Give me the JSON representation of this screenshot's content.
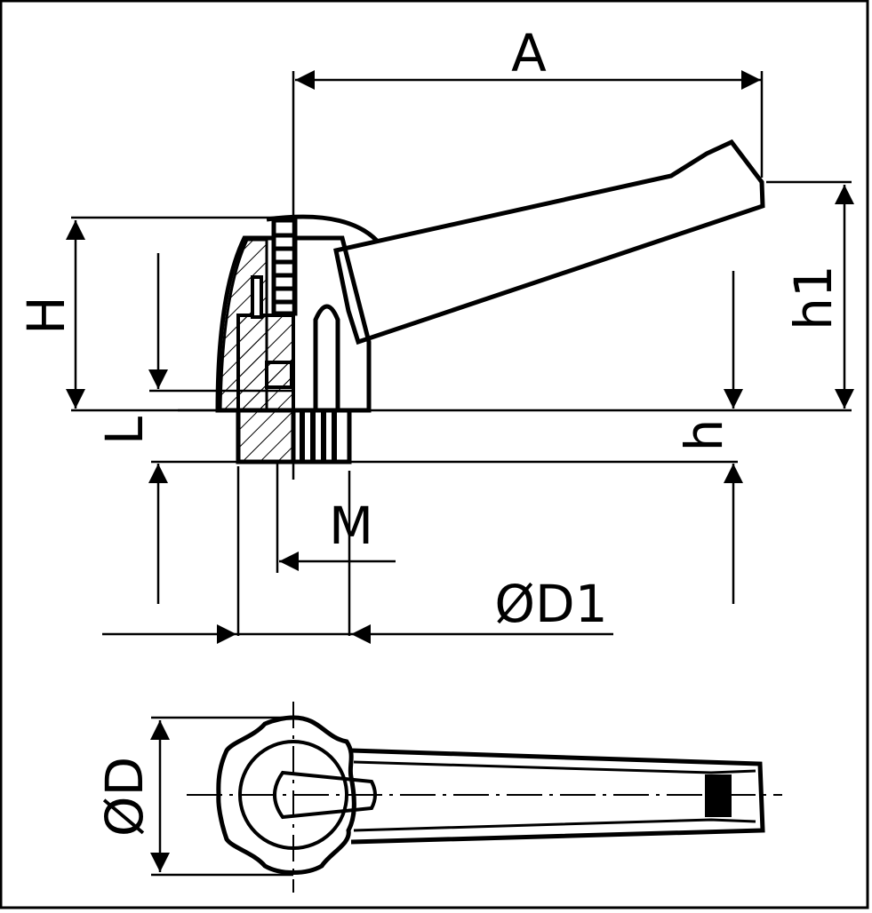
{
  "drawing": {
    "labels": {
      "A": "A",
      "H": "H",
      "L": "L",
      "h1": "h1",
      "h": "h",
      "M": "M",
      "D1": "ØD1",
      "D": "ØD"
    },
    "colors": {
      "line": "#000000",
      "background": "#ffffff"
    }
  }
}
